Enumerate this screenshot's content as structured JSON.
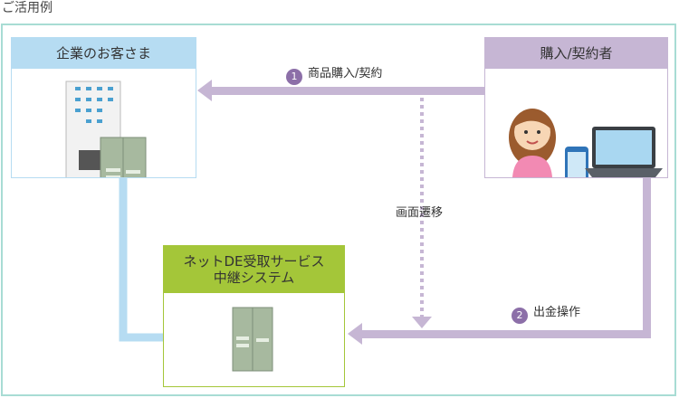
{
  "section_title": "ご活用例",
  "boxes": {
    "company": "企業のお客さま",
    "buyer": "購入/契約者",
    "relay_line1": "ネットDE受取サービス",
    "relay_line2": "中継システム"
  },
  "flows": {
    "step1_number": "1",
    "step1_label": "商品購入/契約",
    "transition_label": "画面遷移",
    "step2_number": "2",
    "step2_label": "出金操作"
  },
  "colors": {
    "frame": "#a8dcd4",
    "company": "#b6dcf2",
    "buyer_and_arrows": "#c6b6d4",
    "relay": "#a4c639",
    "connector": "#b6dcf2"
  }
}
